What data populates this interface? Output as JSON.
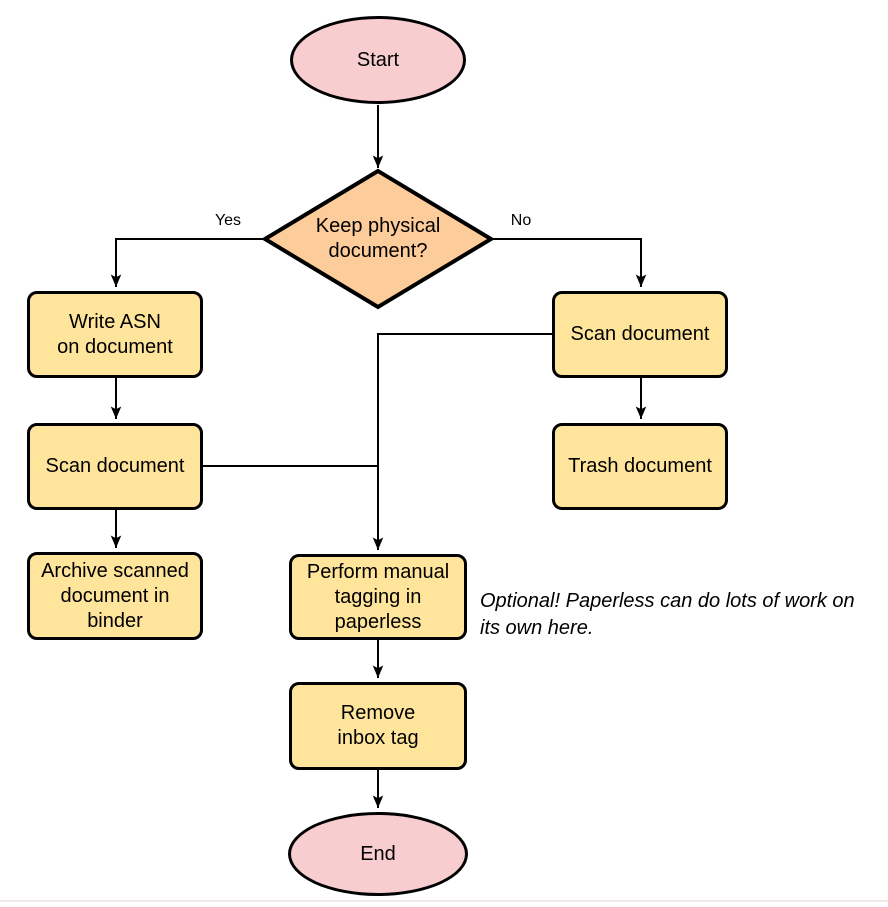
{
  "nodes": {
    "start": {
      "label": "Start",
      "type": "terminal"
    },
    "decision": {
      "label": "Keep physical\ndocument?",
      "type": "decision"
    },
    "write_asn": {
      "label": "Write ASN\non document",
      "type": "process"
    },
    "scan_left": {
      "label": "Scan document",
      "type": "process"
    },
    "archive": {
      "label": "Archive scanned\ndocument in\nbinder",
      "type": "process"
    },
    "scan_right": {
      "label": "Scan document",
      "type": "process"
    },
    "trash": {
      "label": "Trash document",
      "type": "process"
    },
    "tagging": {
      "label": "Perform manual\ntagging in\npaperless",
      "type": "process"
    },
    "remove_inbox": {
      "label": "Remove\ninbox tag",
      "type": "process"
    },
    "end": {
      "label": "End",
      "type": "terminal"
    }
  },
  "edge_labels": {
    "yes": "Yes",
    "no": "No"
  },
  "edges": [
    {
      "from": "start",
      "to": "decision",
      "label": ""
    },
    {
      "from": "decision",
      "to": "write_asn",
      "label": "Yes"
    },
    {
      "from": "decision",
      "to": "scan_right",
      "label": "No"
    },
    {
      "from": "write_asn",
      "to": "scan_left",
      "label": ""
    },
    {
      "from": "scan_left",
      "to": "archive",
      "label": ""
    },
    {
      "from": "scan_right",
      "to": "trash",
      "label": ""
    },
    {
      "from": "scan_right",
      "to": "tagging",
      "label": ""
    },
    {
      "from": "scan_left",
      "to": "tagging",
      "label": ""
    },
    {
      "from": "tagging",
      "to": "remove_inbox",
      "label": ""
    },
    {
      "from": "remove_inbox",
      "to": "end",
      "label": ""
    }
  ],
  "annotation": {
    "text": "Optional! Paperless can do lots of work on\nits own here."
  },
  "colors": {
    "terminal_fill": "#f8cdd0",
    "decision_fill": "#fdcc9b",
    "process_fill": "#ffe49b",
    "stroke": "#000000",
    "background": "#ffffff",
    "bottom_border": "#f0e9e9"
  }
}
